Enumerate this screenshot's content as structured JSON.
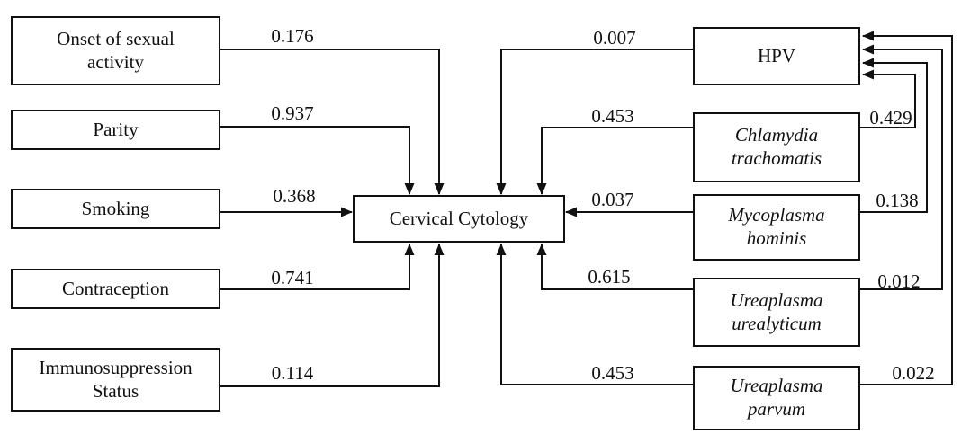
{
  "diagram": {
    "type": "path-model",
    "colors": {
      "background": "#ffffff",
      "line": "#111111",
      "text": "#111111",
      "node_fill": "#ffffff"
    },
    "nodes": {
      "cervical_cytology": {
        "label": "Cervical Cytology",
        "lines": [
          "Cervical Cytology"
        ]
      },
      "onset": {
        "label": "Onset of sexual activity",
        "lines": [
          "Onset of sexual",
          "activity"
        ]
      },
      "parity": {
        "label": "Parity",
        "lines": [
          "Parity"
        ]
      },
      "smoking": {
        "label": "Smoking",
        "lines": [
          "Smoking"
        ]
      },
      "contraception": {
        "label": "Contraception",
        "lines": [
          "Contraception"
        ]
      },
      "immunosuppression": {
        "label": "Immunosuppression Status",
        "lines": [
          "Immunosuppression",
          "Status"
        ]
      },
      "hpv": {
        "label": "HPV",
        "lines": [
          "HPV"
        ]
      },
      "chlamydia": {
        "label": "Chlamydia trachomatis",
        "lines": [
          "Chlamydia",
          "trachomatis"
        ],
        "italic": true
      },
      "mycoplasma": {
        "label": "Mycoplasma hominis",
        "lines": [
          "Mycoplasma",
          "hominis"
        ],
        "italic": true
      },
      "urealyticum": {
        "label": "Ureaplasma urealyticum",
        "lines": [
          "Ureaplasma",
          "urealyticum"
        ],
        "italic": true
      },
      "parvum": {
        "label": "Ureaplasma parvum",
        "lines": [
          "Ureaplasma",
          "parvum"
        ],
        "italic": true
      }
    },
    "edges": {
      "onset_to_cytology": {
        "from": "Onset of sexual activity",
        "to": "Cervical Cytology",
        "value": "0.176"
      },
      "parity_to_cytology": {
        "from": "Parity",
        "to": "Cervical Cytology",
        "value": "0.937"
      },
      "smoking_to_cytology": {
        "from": "Smoking",
        "to": "Cervical Cytology",
        "value": "0.368"
      },
      "contraception_to_cytology": {
        "from": "Contraception",
        "to": "Cervical Cytology",
        "value": "0.741"
      },
      "immunosuppression_to_cytology": {
        "from": "Immunosuppression Status",
        "to": "Cervical Cytology",
        "value": "0.114"
      },
      "hpv_to_cytology": {
        "from": "HPV",
        "to": "Cervical Cytology",
        "value": "0.007"
      },
      "chlamydia_to_cytology": {
        "from": "Chlamydia trachomatis",
        "to": "Cervical Cytology",
        "value": "0.453"
      },
      "mycoplasma_to_cytology": {
        "from": "Mycoplasma hominis",
        "to": "Cervical Cytology",
        "value": "0.037"
      },
      "urealyticum_to_cytology": {
        "from": "Ureaplasma urealyticum",
        "to": "Cervical Cytology",
        "value": "0.615"
      },
      "parvum_to_cytology": {
        "from": "Ureaplasma parvum",
        "to": "Cervical Cytology",
        "value": "0.453"
      },
      "chlamydia_to_hpv": {
        "from": "Chlamydia trachomatis",
        "to": "HPV",
        "value": "0.429"
      },
      "mycoplasma_to_hpv": {
        "from": "Mycoplasma hominis",
        "to": "HPV",
        "value": "0.138"
      },
      "urealyticum_to_hpv": {
        "from": "Ureaplasma urealyticum",
        "to": "HPV",
        "value": "0.012"
      },
      "parvum_to_hpv": {
        "from": "Ureaplasma parvum",
        "to": "HPV",
        "value": "0.022"
      }
    }
  }
}
